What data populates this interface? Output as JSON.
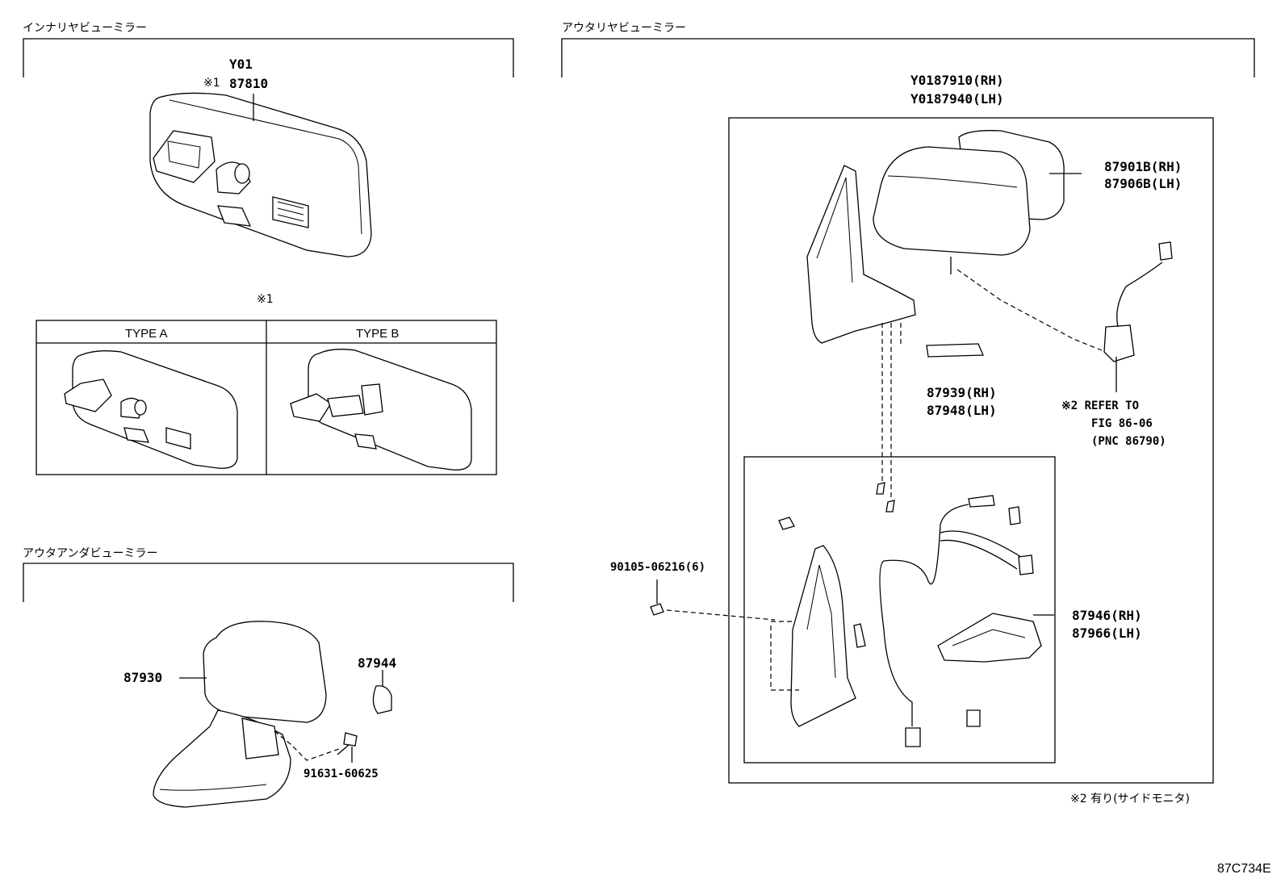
{
  "sections": {
    "inner_mirror": {
      "title": "インナリヤビューミラー",
      "code": "Y01",
      "part_note": "※1",
      "part_number": "87810",
      "variants_note": "※1",
      "type_a": "TYPE A",
      "type_b": "TYPE B"
    },
    "outer_under_mirror": {
      "title": "アウタアンダビューミラー",
      "parts": [
        "87930",
        "87944",
        "91631-60625"
      ]
    },
    "outer_rear_mirror": {
      "title": "アウタリヤビューミラー",
      "assembly_rh": "Y0187910(RH)",
      "assembly_lh": "Y0187940(LH)",
      "cover_rh": "87901B(RH)",
      "cover_lh": "87906B(LH)",
      "lamp_rh": "87939(RH)",
      "lamp_lh": "87948(LH)",
      "refer_1": "※2 REFER TO",
      "refer_2": "FIG 86-06",
      "refer_3": "(PNC 86790)",
      "screw": "90105-06216(6)",
      "motor_rh": "87946(RH)",
      "motor_lh": "87966(LH)",
      "footnote": "※2 有り(サイドモニタ)"
    }
  },
  "figure_code": "87C734E"
}
